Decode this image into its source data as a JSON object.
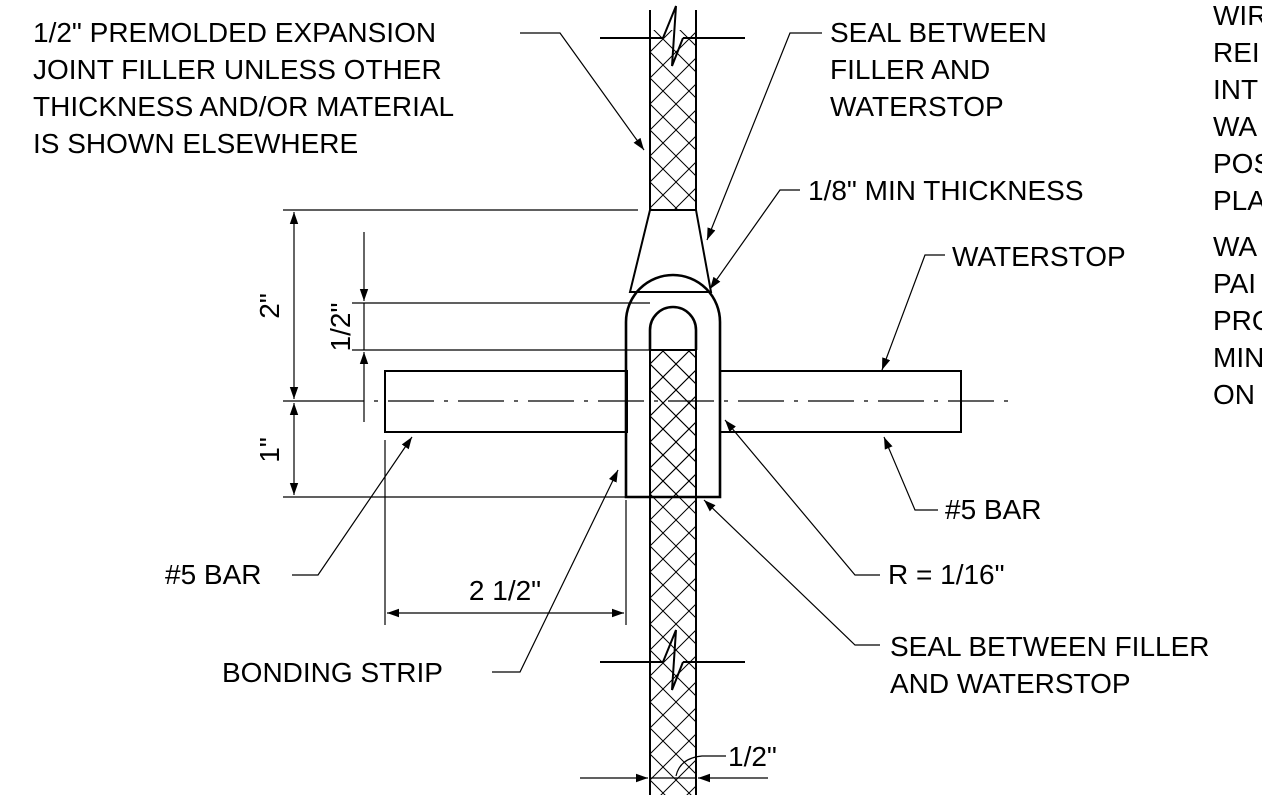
{
  "labels": {
    "premolded_filler": [
      "1/2\" PREMOLDED EXPANSION",
      "JOINT FILLER UNLESS OTHER",
      "THICKNESS AND/OR MATERIAL",
      "IS SHOWN ELSEWHERE"
    ],
    "seal_top": [
      "SEAL BETWEEN",
      "FILLER AND",
      "WATERSTOP"
    ],
    "min_thickness": "1/8\" MIN THICKNESS",
    "waterstop": "WATERSTOP",
    "note_1": [
      "WIR",
      "REI",
      "INT",
      "WA",
      "POS",
      "PLA"
    ],
    "note_2": [
      "WA",
      "PAI",
      "PRO",
      "MIN",
      "ON"
    ],
    "bar_right": "#5 BAR",
    "bar_left": "#5 BAR",
    "radius": "R = 1/16\"",
    "seal_bottom": [
      "SEAL BETWEEN FILLER",
      "AND WATERSTOP"
    ],
    "bonding_strip": "BONDING STRIP"
  },
  "dimensions": {
    "two_inch": "2\"",
    "half_inch_vertical": "1/2\"",
    "one_inch": "1\"",
    "two_half_inch": "2 1/2\"",
    "half_inch_bottom": "1/2\""
  }
}
